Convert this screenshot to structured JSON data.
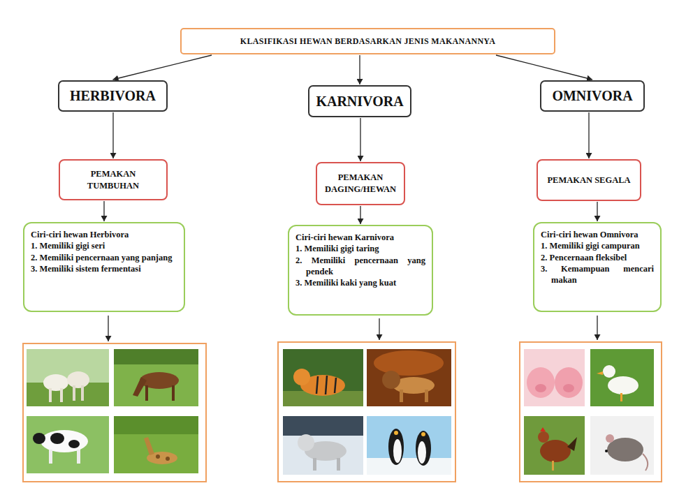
{
  "diagram": {
    "nodes": [
      {
        "text": [
          "KLASIFIKASI HEWAN BERDASARKAN JENIS MAKANANNYA"
        ]
      },
      {
        "text": [
          "HERBIVORA"
        ]
      },
      {
        "text": [
          "KARNIVORA"
        ]
      },
      {
        "text": [
          "OMNIVORA"
        ]
      },
      {
        "text": [
          "PEMAKAN TUMBUHAN"
        ]
      },
      {
        "text": [
          "PEMAKAN DAGING/HEWAN"
        ]
      },
      {
        "text": [
          "PEMAKAN SEGALA"
        ]
      },
      {
        "text": [
          "Ciri-ciri hewan Herbivora",
          "1. Memiliki gigi seri",
          "2. Memiliki pencernaan yang panjang",
          "3. Memiliki sistem fermentasi"
        ]
      },
      {
        "text": [
          "Ciri-ciri hewan Karnivora",
          "1. Memiliki gigi taring",
          "2. Memiliki pencernaan yang pendek",
          "3. Memiliki kaki yang kuat"
        ]
      },
      {
        "text": [
          "Ciri-ciri hewan Omnivora",
          "1. Memiliki gigi campuran",
          "2. Pencernaan fleksibel",
          "3. Kemampuan mencari makan"
        ]
      }
    ],
    "edges": [
      {
        "from": 0,
        "to": 1,
        "arrow": "to"
      },
      {
        "from": 0,
        "to": 2,
        "arrow": "to"
      },
      {
        "from": 0,
        "to": 3,
        "arrow": "to"
      },
      {
        "from": 1,
        "to": 4,
        "arrow": "to"
      },
      {
        "from": 2,
        "to": 5,
        "arrow": "to"
      },
      {
        "from": 3,
        "to": 6,
        "arrow": "to"
      },
      {
        "from": 4,
        "to": 7,
        "arrow": "to"
      },
      {
        "from": 5,
        "to": 8,
        "arrow": "to"
      },
      {
        "from": 6,
        "to": 9,
        "arrow": "to"
      }
    ]
  }
}
